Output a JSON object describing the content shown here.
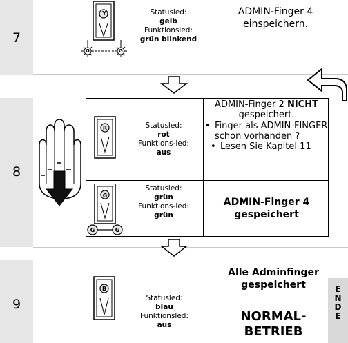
{
  "step7": {
    "number": "7",
    "device_letter": "Y",
    "status_label": "Statusled:",
    "status_value": "gelb",
    "func_label": "Funktionsled:",
    "func_value": "grün blinkend",
    "led_left": "G",
    "led_right": "G",
    "instruction": "ADMIN-Finger 4 einspeichern."
  },
  "step8": {
    "number": "8",
    "top": {
      "device_letter": "R",
      "status_label": "Statusled:",
      "status_value": "rot",
      "func_label": "Funktions-led:",
      "func_value": "aus",
      "msg_line1_pre": "ADMIN-Finger 2 ",
      "msg_line1_bold": "NICHT",
      "msg_line2": "gespeichert.",
      "bullet1": "Finger als ADMIN-FINGER schon vorhanden ?",
      "bullet2": "Lesen Sie Kapitel 11"
    },
    "bottom": {
      "device_letter": "G",
      "led_left": "G",
      "led_right": "G",
      "status_label": "Statusled:",
      "status_value": "grün",
      "func_label": "Funktions-led:",
      "func_value": "grün",
      "msg": "ADMIN-Finger 4 gespeichert"
    }
  },
  "step9": {
    "number": "9",
    "device_letter": "B",
    "status_label": "Statusled:",
    "status_value": "blau",
    "func_label": "Funktionsled:",
    "func_value": "aus",
    "msg1": "Alle Adminfinger gespeichert",
    "msg2": "NORMAL-BETRIEB",
    "ende": [
      "E",
      "N",
      "D",
      "E"
    ]
  },
  "colors": {
    "step_bg": "#e6e6e6",
    "ende_bg": "#d9d9d9",
    "line": "#c8c8c8"
  }
}
